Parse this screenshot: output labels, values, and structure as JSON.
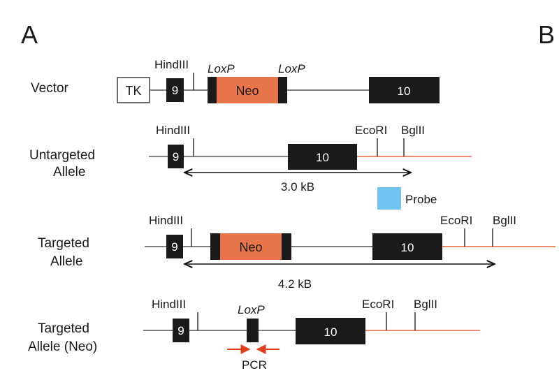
{
  "panels": {
    "a": "A",
    "b": "B"
  },
  "rows": {
    "vector": {
      "label": "Vector",
      "tk": "TK",
      "exon9": "9",
      "exon10": "10",
      "neo": "Neo",
      "hindiii": "HindIII",
      "loxp1": "LoxP",
      "loxp2": "LoxP"
    },
    "untargeted": {
      "label_line1": "Untargeted",
      "label_line2": "Allele",
      "exon9": "9",
      "exon10": "10",
      "hindiii": "HindIII",
      "ecori": "EcoRI",
      "bglii": "BglII",
      "size": "3.0 kB"
    },
    "targeted": {
      "label_line1": "Targeted",
      "label_line2": "Allele",
      "exon9": "9",
      "exon10": "10",
      "neo": "Neo",
      "hindiii": "HindIII",
      "ecori": "EcoRI",
      "bglii": "BglII",
      "size": "4.2 kB"
    },
    "targeted_neo": {
      "label_line1": "Targeted",
      "label_line2": "Allele (Neo)",
      "exon9": "9",
      "exon10": "10",
      "hindiii": "HindIII",
      "loxp": "LoxP",
      "ecori": "EcoRI",
      "bglii": "BglII",
      "pcr": "PCR"
    }
  },
  "probe": {
    "label": "Probe"
  },
  "colors": {
    "exon": "#1a1a1a",
    "neo": "#e8744a",
    "probe": "#6fc3ee",
    "downstream_line": "#f08a6a",
    "pcr_primer": "#e0401c"
  }
}
